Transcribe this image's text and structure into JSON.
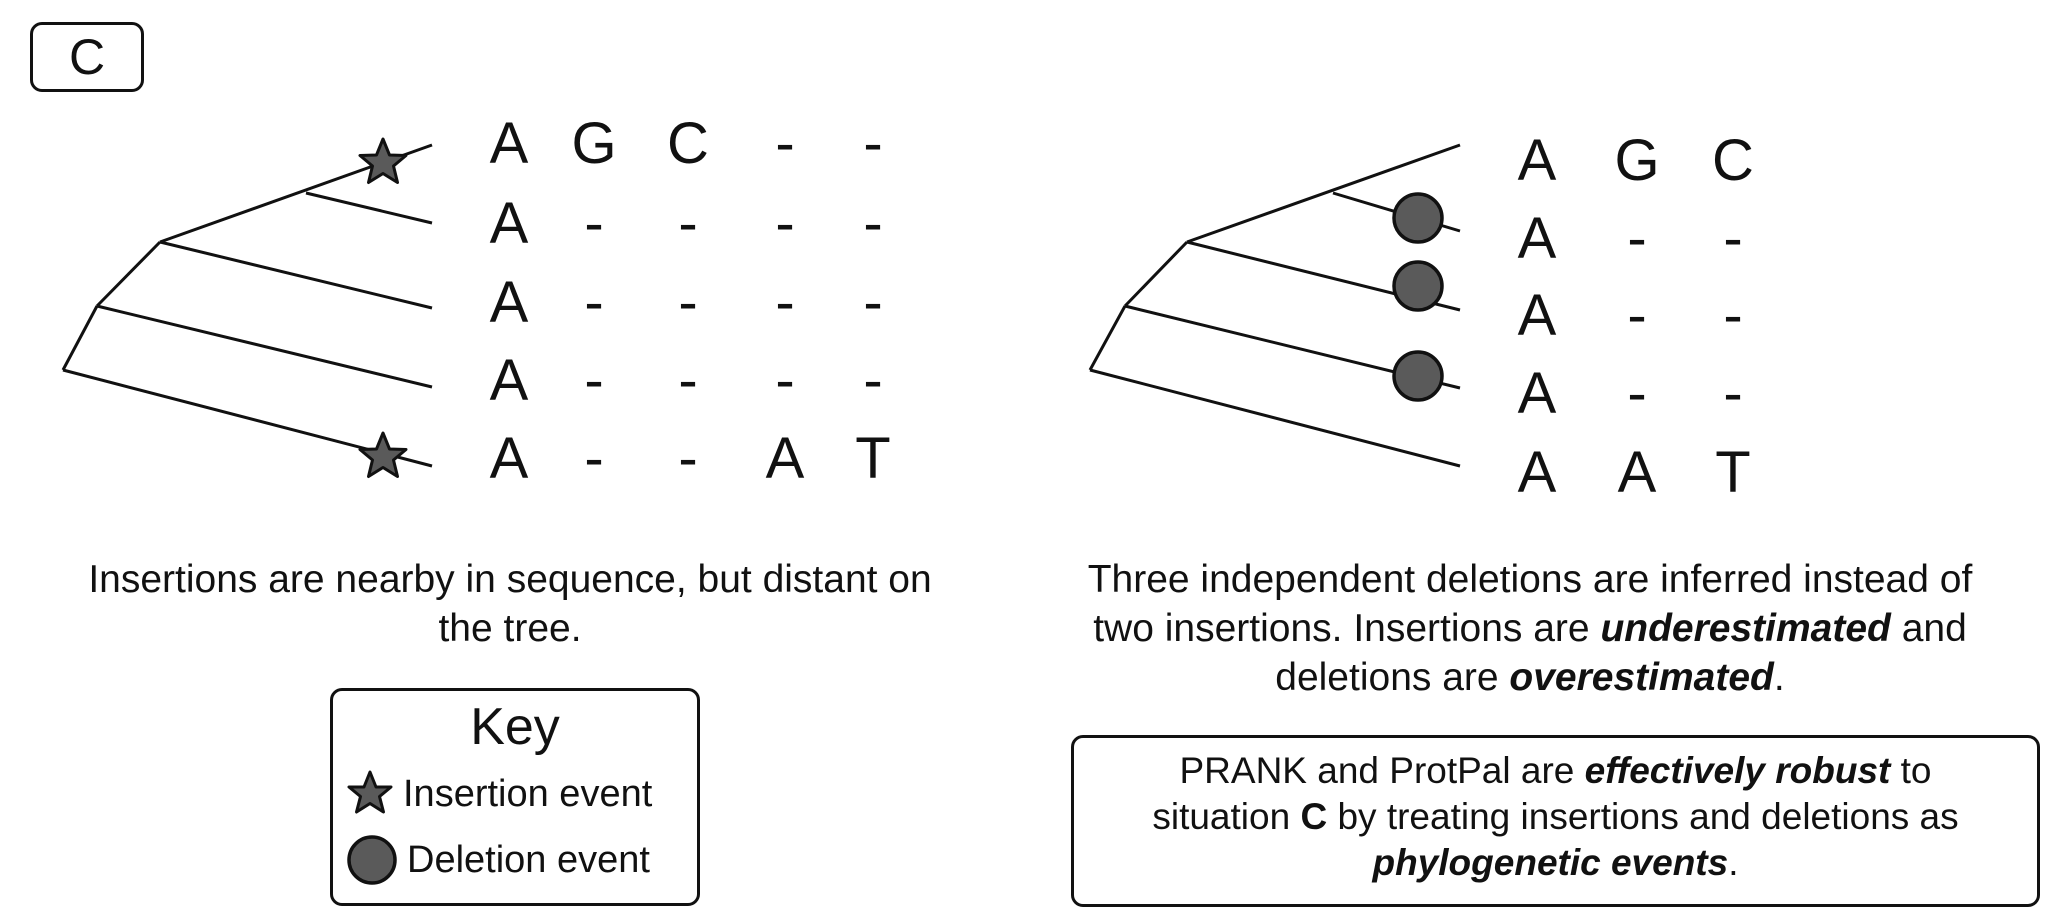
{
  "panel_label": "C",
  "left": {
    "rows": [
      [
        "A",
        "G",
        "C",
        "-",
        "-"
      ],
      [
        "A",
        "-",
        "-",
        "-",
        "-"
      ],
      [
        "A",
        "-",
        "-",
        "-",
        "-"
      ],
      [
        "A",
        "-",
        "-",
        "-",
        "-"
      ],
      [
        "A",
        "-",
        "-",
        "A",
        "T"
      ]
    ],
    "caption_line1": "Insertions are nearby in sequence, but distant on",
    "caption_line2": "the tree."
  },
  "right": {
    "rows": [
      [
        "A",
        "G",
        "C"
      ],
      [
        "A",
        "-",
        "-"
      ],
      [
        "A",
        "-",
        "-"
      ],
      [
        "A",
        "-",
        "-"
      ],
      [
        "A",
        "A",
        "T"
      ]
    ],
    "caption_line1": "Three independent deletions are inferred instead of",
    "caption_line2_a": "two insertions.  Insertions are ",
    "caption_line2_b": "underestimated",
    "caption_line2_c": " and",
    "caption_line3_a": "deletions are ",
    "caption_line3_b": "overestimated",
    "caption_line3_c": "."
  },
  "key": {
    "title": "Key",
    "insertion_label": "Insertion event",
    "deletion_label": "Deletion event"
  },
  "note": {
    "line1_a": "PRANK and ProtPal are ",
    "line1_b": "effectively robust",
    "line1_c": " to",
    "line2_a": "situation ",
    "line2_b": "C",
    "line2_c": " by treating insertions and deletions as",
    "line3_a": "phylogenetic events",
    "line3_b": "."
  },
  "colors": {
    "event_fill": "#5a5a5a",
    "stroke": "#111111"
  }
}
